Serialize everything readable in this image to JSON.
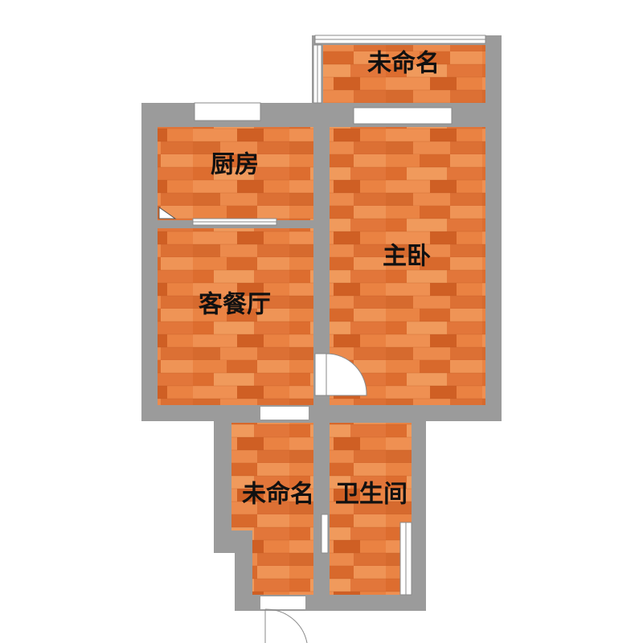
{
  "rooms": {
    "balcony": "未命名",
    "kitchen": "厨房",
    "living": "客餐厅",
    "master": "主卧",
    "entry": "未命名",
    "bath": "卫生间"
  },
  "colors": {
    "wall": "#9b9b9b",
    "floor_base": "#e8793a",
    "floor_dark": "#cf5f24",
    "floor_light": "#f09a5c",
    "window_fill": "#ffffff"
  }
}
